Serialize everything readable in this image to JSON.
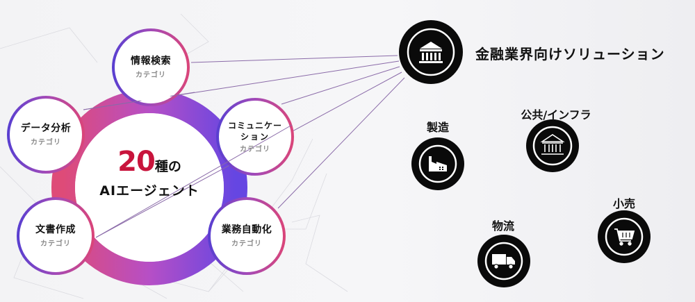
{
  "center": {
    "number": "20",
    "number_suffix": "種の",
    "line2": "AIエージェント",
    "number_color": "#c8143c",
    "ring_gradient": [
      "#dd4a7a",
      "#b84fc4",
      "#6a46e0"
    ]
  },
  "categories": [
    {
      "title": "情報検索",
      "subtitle": "カテゴリ"
    },
    {
      "title": "データ分析",
      "subtitle": "カテゴリ"
    },
    {
      "title": "コミュニケー\nション",
      "title_line1": "コミュニケー",
      "title_line2": "ション",
      "subtitle": "カテゴリ"
    },
    {
      "title": "文書作成",
      "subtitle": "カテゴリ"
    },
    {
      "title": "業務自動化",
      "subtitle": "カテゴリ"
    }
  ],
  "industries": {
    "finance": {
      "label": "金融業界向けソリューション",
      "icon": "bank-icon"
    },
    "manufacturing": {
      "label": "製造",
      "icon": "factory-icon"
    },
    "public_infra": {
      "label": "公共/インフラ",
      "icon": "government-building-icon"
    },
    "logistics": {
      "label": "物流",
      "icon": "truck-icon"
    },
    "retail": {
      "label": "小売",
      "icon": "shopping-cart-icon"
    }
  },
  "connector_color": "#7a5a9a"
}
